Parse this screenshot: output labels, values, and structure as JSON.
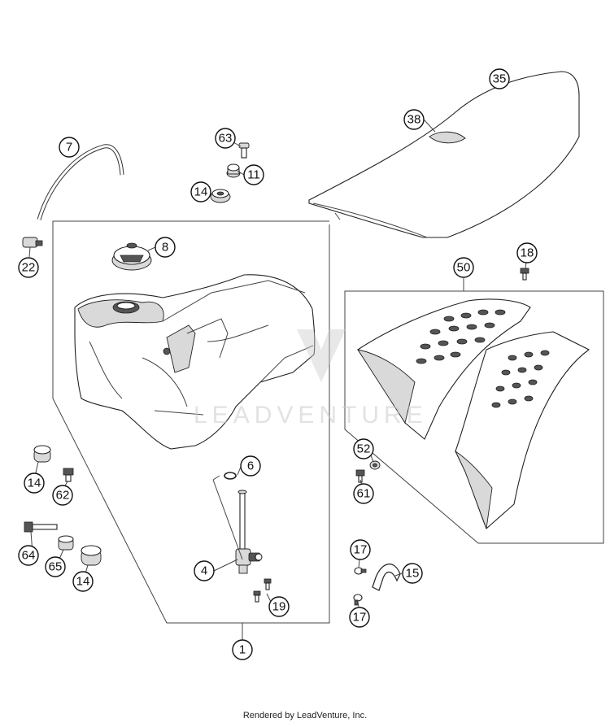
{
  "diagram": {
    "callouts": [
      "35",
      "38",
      "7",
      "63",
      "11",
      "14",
      "8",
      "22",
      "18",
      "50",
      "6",
      "52",
      "14",
      "62",
      "61",
      "64",
      "65",
      "14",
      "4",
      "17",
      "15",
      "19",
      "17",
      "1"
    ],
    "watermark": "LEADVENTURE"
  },
  "footer": {
    "text": "Rendered by LeadVenture, Inc."
  }
}
